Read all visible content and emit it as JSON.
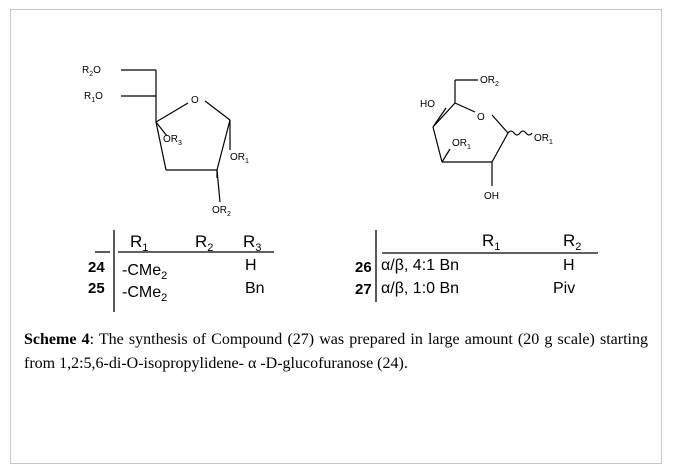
{
  "left_structure": {
    "substituents": {
      "r2o": "R",
      "r1o": "R",
      "or3": "OR",
      "or1": "OR",
      "or2": "OR",
      "ring_o": "O"
    },
    "subscripts": {
      "r2o": "2",
      "r1o": "1",
      "or3": "3",
      "or1": "1",
      "or2": "2"
    },
    "suffix_o": "O"
  },
  "right_structure": {
    "ring_o": "O",
    "ho": "HO",
    "or2": "OR",
    "or2_sub": "2",
    "or1_ring": "OR",
    "or1_ring_sub": "1",
    "or1_anomeric": "OR",
    "or1_anomeric_sub": "1",
    "oh": "OH"
  },
  "left_table": {
    "headers": [
      {
        "main": "R",
        "sub": "1"
      },
      {
        "main": "R",
        "sub": "2"
      },
      {
        "main": "R",
        "sub": "3"
      }
    ],
    "rows": [
      {
        "id": "24",
        "r12_main": "-CMe",
        "r12_sub": "2",
        "r3": "H"
      },
      {
        "id": "25",
        "r12_main": "-CMe",
        "r12_sub": "2",
        "r3": "Bn"
      }
    ]
  },
  "right_table": {
    "headers": [
      {
        "main": "R",
        "sub": "1"
      },
      {
        "main": "R",
        "sub": "2"
      }
    ],
    "rows": [
      {
        "id": "26",
        "r1": "α/β, 4:1 Bn",
        "r2": "H"
      },
      {
        "id": "27",
        "r1": "α/β, 1:0 Bn",
        "r2": "Piv"
      }
    ]
  },
  "caption": {
    "label": "Scheme 4",
    "text": ": The synthesis of Compound (27) was prepared in large amount (20 g scale) starting from 1,2:5,6-di-O-isopropylidene- α -D-glucofuranose (24)."
  }
}
